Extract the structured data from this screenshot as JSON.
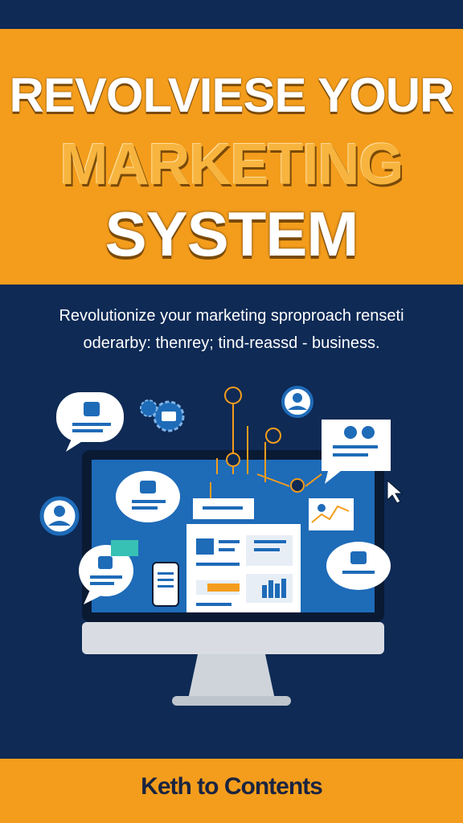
{
  "hero": {
    "title_line_1": "REVOLVIESE YOUR",
    "title_line_2": "MARKETING",
    "title_line_3": "SYSTEM"
  },
  "subtitle": {
    "line_1": "Revolutionize your marketing sproproach renseti",
    "line_2": "oderarby: thenrey; tind-reassd - business."
  },
  "illustration": {
    "icons": [
      "monitor-icon",
      "chat-bubble-icon",
      "user-avatar-icon",
      "gear-icon",
      "bar-chart-icon",
      "line-chart-icon",
      "mouse-cursor-icon",
      "mobile-phone-icon",
      "network-node-icon"
    ]
  },
  "footer": {
    "link_label": "Keth to Contents"
  },
  "colors": {
    "orange": "#f49d1c",
    "navy": "#0e2a55",
    "screen_blue": "#1e6bb8",
    "white": "#ffffff",
    "footer_text": "#1a2440"
  }
}
